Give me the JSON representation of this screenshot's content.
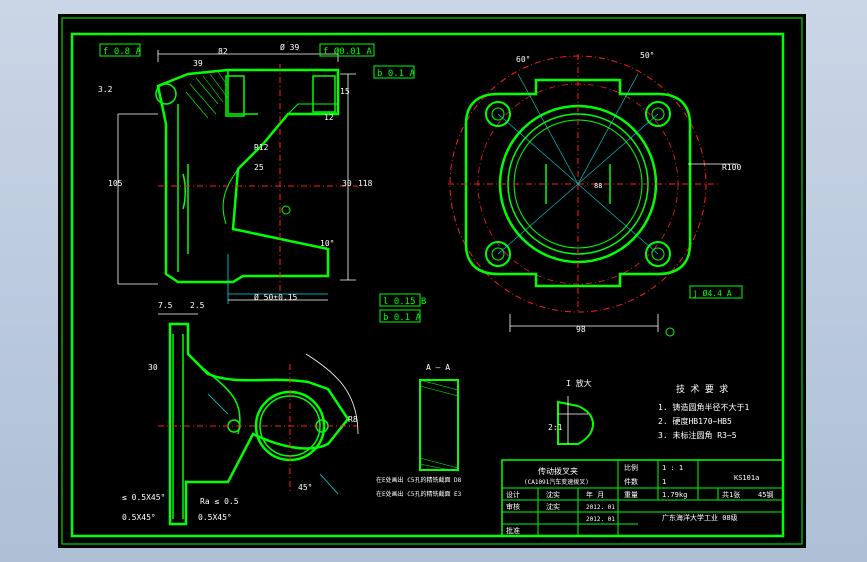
{
  "annotations": {
    "tol_top_left": "f 0.8 A",
    "tol_top_right": "f Ø0.01 A",
    "tol_b": "b 0.1 A",
    "tol_mid1": "l 0.15 B",
    "tol_mid2": "b 0.1 A",
    "tol_right_small": "j Ø4.4 A",
    "dim_82": "82",
    "dim_39": "39",
    "dim_phi39": "Ø 39",
    "dim_r12": "R12",
    "dim_25": "25",
    "dim_30": "30",
    "dim_118": "118",
    "dim_105": "105",
    "dim_12": "12",
    "dim_15": "15",
    "dim_10deg": "10°",
    "dim_phi50": "Ø 50±0.15",
    "dim_3_2": "3.2",
    "dim_r100": "R100",
    "dim_98": "98",
    "dim_88": "88",
    "dim_60": "60°",
    "dim_50": "50°",
    "dim_7_5": "7.5",
    "dim_2_5": "2.5",
    "dim_30_b": "30",
    "dim_45": "45°",
    "dim_r8": "R8",
    "chamfer1": "≤ 0.5X45°",
    "chamfer2": "0.5X45°",
    "chamfer3": "0.5X45°",
    "chamfer4": "Ra ≤ 0.5",
    "section_label": "A — A",
    "detail_label": "I 放大",
    "detail_scale": "2:1",
    "note_a": "在E处画出 C5孔的精铣截面 D8",
    "note_b": "在E处画出 C5孔的精铣截面 E3"
  },
  "tech_req": {
    "title": "技 术 要 求",
    "items": [
      "1. 铸造圆角半径不大于1",
      "2. 硬度HB170~HB5",
      "3. 未标注圆角 R3~5"
    ]
  },
  "title_block": {
    "part_name": "传动拨叉夹",
    "part_sub": "(CA1091汽车变速拨叉)",
    "scale_label": "比例",
    "scale_value": "1 : 1",
    "drawing_no": "KS101a",
    "qty_label": "件数",
    "qty_value": "1",
    "weight_label": "重量",
    "weight_value": "1.79kg",
    "sheet_label": "共1张",
    "material": "45钢",
    "designer_label": "设计",
    "designer_name": "沈实",
    "date_label": "年 月",
    "date1": "2012. 01",
    "checker_label": "审核",
    "checker_name": "沈实",
    "date2": "2012. 01",
    "approver_label": "批准",
    "school": "广东海洋大学工业 08级"
  },
  "colors": {
    "border": "#00ff00",
    "text": "#00ff00",
    "background": "#000000",
    "centerline": "#ff2020"
  }
}
